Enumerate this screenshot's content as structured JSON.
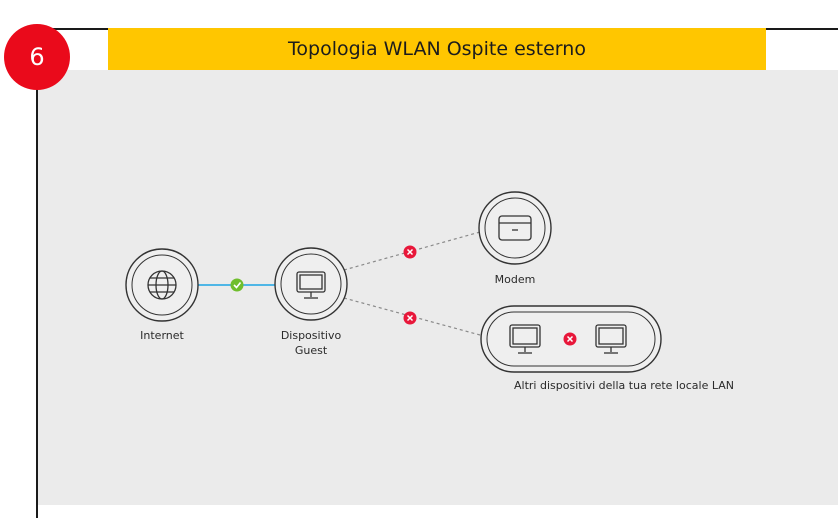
{
  "step_number": "6",
  "title": "Topologia WLAN Ospite esterno",
  "nodes": {
    "internet": "Internet",
    "device_line1": "Dispositivo",
    "device_line2": "Guest",
    "modem": "Modem",
    "lan": "Altri dispositivi della tua rete locale LAN"
  },
  "colors": {
    "banner": "#ffc600",
    "badge": "#ea0a1b",
    "allowed": "#6fbe2c",
    "blocked": "#e8173a",
    "link_ok": "#4fb6e6"
  },
  "icons": {
    "internet": "globe-icon",
    "device": "monitor-icon",
    "modem": "router-icon",
    "lan": "monitor-icon",
    "ok": "check-icon",
    "blocked": "x-icon"
  }
}
